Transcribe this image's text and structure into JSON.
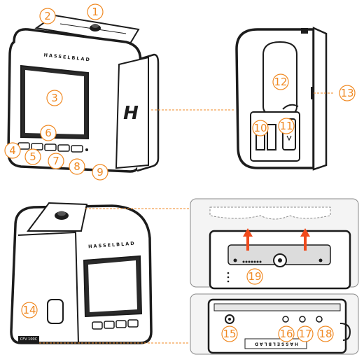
{
  "colors": {
    "accent": "#f08a24",
    "body": "#1c1c1c",
    "screen": "#2a2a2a",
    "inset_frame": "#8a8a8a",
    "inset_bg": "#f4f4f4"
  },
  "brand": {
    "wordmark": "HASSELBLAD",
    "logo_letter": "H",
    "bottom_label": "CFV 100C"
  },
  "callouts": {
    "c1": "1",
    "c2": "2",
    "c3": "3",
    "c4": "4",
    "c5": "5",
    "c6": "6",
    "c7": "7",
    "c8": "8",
    "c9": "9",
    "c10": "10",
    "c11": "11",
    "c12": "12",
    "c13": "13",
    "c14": "14",
    "c15": "15",
    "c16": "16",
    "c17": "17",
    "c18": "18",
    "c19": "19"
  }
}
